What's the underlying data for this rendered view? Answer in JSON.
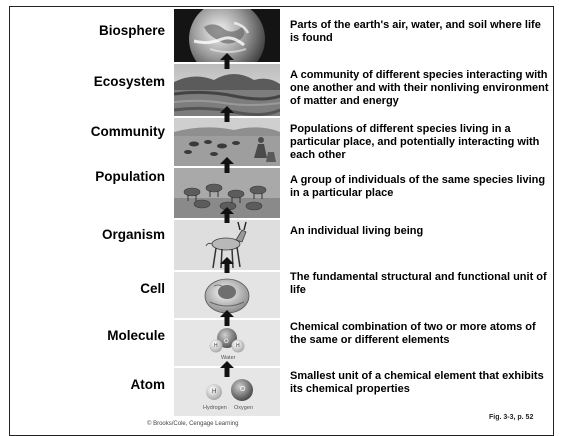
{
  "levels": [
    {
      "name": "Biosphere",
      "description": "Parts of the earth's air, water, and soil where life is found"
    },
    {
      "name": "Ecosystem",
      "description": "A community of different species interacting with one another and with their nonliving environment of matter and energy"
    },
    {
      "name": "Community",
      "description": "Populations of different species living in a particular place, and potentially interacting with each other"
    },
    {
      "name": "Population",
      "description": "A group of individuals of the same species living in a particular place"
    },
    {
      "name": "Organism",
      "description": "An individual living being"
    },
    {
      "name": "Cell",
      "description": "The fundamental structural and functional unit of life"
    },
    {
      "name": "Molecule",
      "description": "Chemical combination of two or more atoms of the same or different elements"
    },
    {
      "name": "Atom",
      "description": "Smallest unit of a chemical element that exhibits its chemical properties"
    }
  ],
  "image_labels": {
    "water": "Water",
    "hydrogen": "Hydrogen",
    "oxygen": "Oxygen",
    "h_symbol": "H",
    "o_symbol": "O"
  },
  "credit": "© Brooks/Cole, Cengage Learning",
  "figure_ref": "Fig. 3-3, p. 52",
  "colors": {
    "arrow": "#111111",
    "panel_bg": "#d8d8d8"
  }
}
